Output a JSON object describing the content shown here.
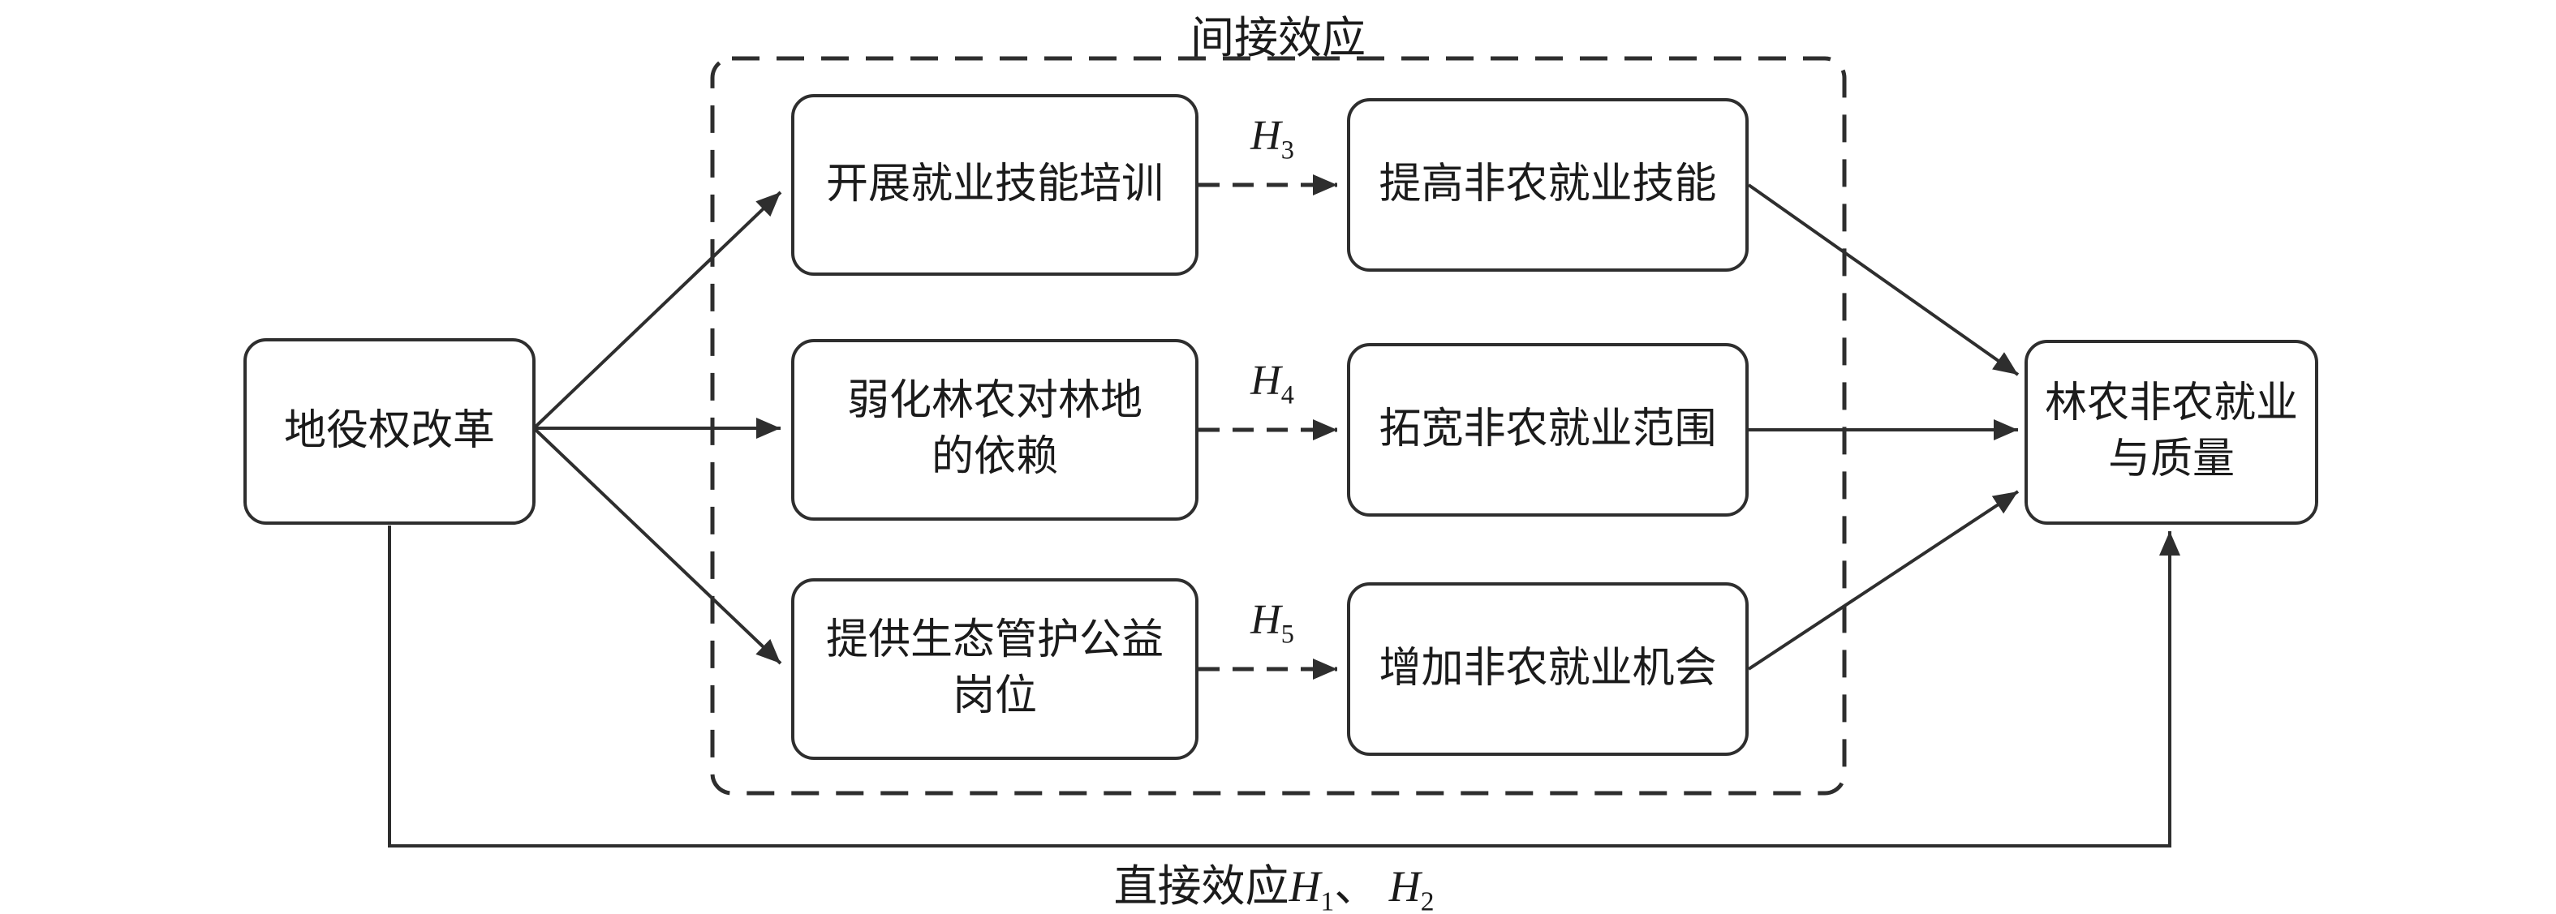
{
  "colors": {
    "stroke": "#2e2e2e",
    "text": "#1b1b1b",
    "background": "#ffffff"
  },
  "diagram": {
    "indirect_region_label": "间接效应",
    "nodes": {
      "source": {
        "label": "地役权改革"
      },
      "mediator1": {
        "label": "开展就业技能培训"
      },
      "outcome1": {
        "label": "提高非农就业技能"
      },
      "mediator2": {
        "label": "弱化林农对林地\n的依赖"
      },
      "outcome2": {
        "label": "拓宽非农就业范围"
      },
      "mediator3": {
        "label": "提供生态管护公益\n岗位"
      },
      "outcome3": {
        "label": "增加非农就业机会"
      },
      "target": {
        "label": "林农非农就业\n与质量"
      }
    },
    "hypotheses": {
      "h3": {
        "base": "H",
        "sub": "3"
      },
      "h4": {
        "base": "H",
        "sub": "4"
      },
      "h5": {
        "base": "H",
        "sub": "5"
      }
    },
    "direct_effect": {
      "prefix": "直接效应",
      "h1_base": "H",
      "h1_sub": "1",
      "separator": "、 ",
      "h2_base": "H",
      "h2_sub": "2"
    }
  }
}
